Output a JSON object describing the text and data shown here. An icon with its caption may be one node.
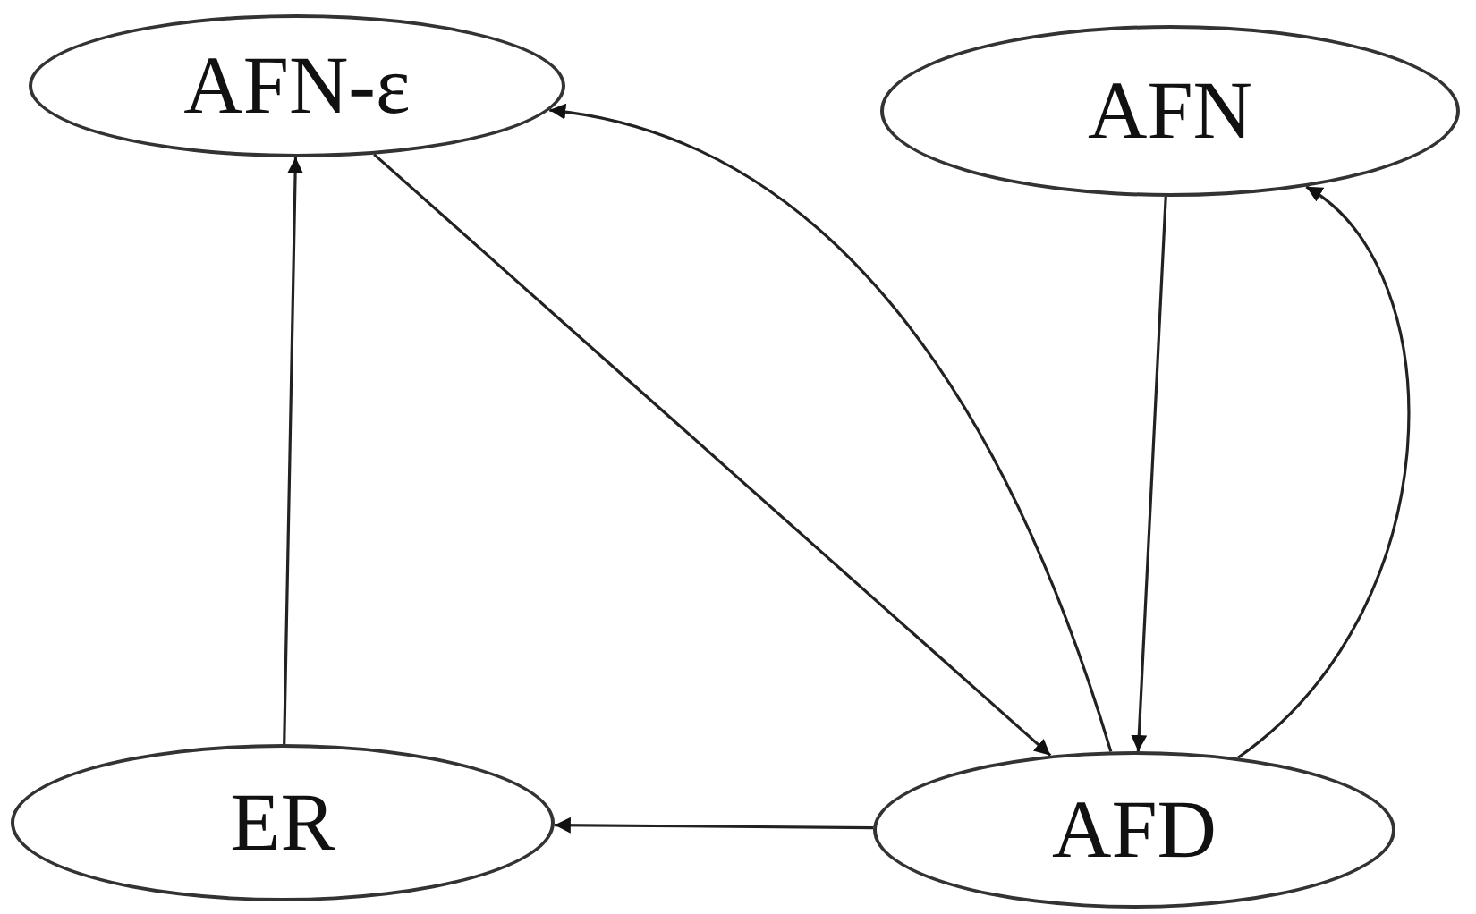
{
  "diagram": {
    "nodes": [
      {
        "text": [
          "AFN-ε"
        ]
      },
      {
        "text": [
          "AFN"
        ]
      },
      {
        "text": [
          "ER"
        ]
      },
      {
        "text": [
          "AFD"
        ]
      }
    ],
    "edges": [
      {
        "from": 2,
        "to": 0,
        "arrow": "to"
      },
      {
        "from": 0,
        "to": 3,
        "arrow": "to"
      },
      {
        "from": 3,
        "to": 0,
        "arrow": "to"
      },
      {
        "from": 1,
        "to": 3,
        "arrow": "to"
      },
      {
        "from": 3,
        "to": 2,
        "arrow": "to"
      },
      {
        "from": 3,
        "to": 1,
        "arrow": "to"
      }
    ]
  }
}
